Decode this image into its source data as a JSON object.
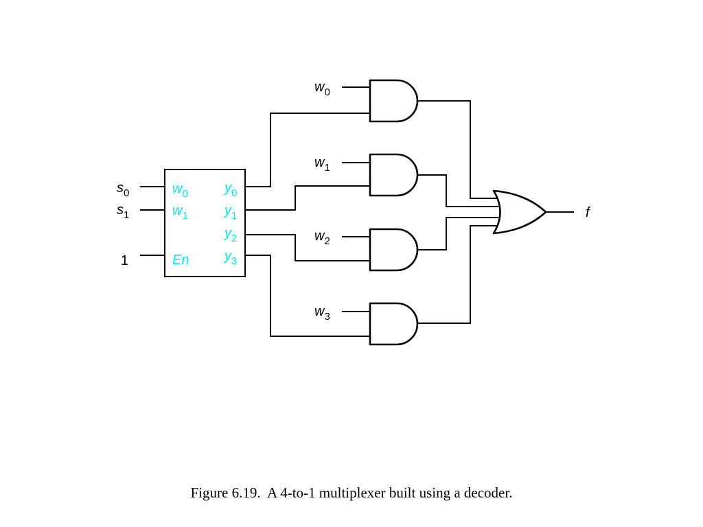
{
  "diagram": {
    "inputs": {
      "s0": {
        "base": "s",
        "sub": "0"
      },
      "s1": {
        "base": "s",
        "sub": "1"
      },
      "en": {
        "text": "1"
      }
    },
    "decoder_pins": {
      "w0": {
        "base": "w",
        "sub": "0"
      },
      "w1": {
        "base": "w",
        "sub": "1"
      },
      "en": {
        "text": "En"
      },
      "y0": {
        "base": "y",
        "sub": "0"
      },
      "y1": {
        "base": "y",
        "sub": "1"
      },
      "y2": {
        "base": "y",
        "sub": "2"
      },
      "y3": {
        "base": "y",
        "sub": "3"
      }
    },
    "data_inputs": {
      "w0": {
        "base": "w",
        "sub": "0"
      },
      "w1": {
        "base": "w",
        "sub": "1"
      },
      "w2": {
        "base": "w",
        "sub": "2"
      },
      "w3": {
        "base": "w",
        "sub": "3"
      }
    },
    "output": {
      "text": "f"
    },
    "colors": {
      "pin_label": "#00e5ee",
      "line": "#000000"
    }
  },
  "caption": "Figure 6.19.  A 4-to-1 multiplexer built using a decoder."
}
